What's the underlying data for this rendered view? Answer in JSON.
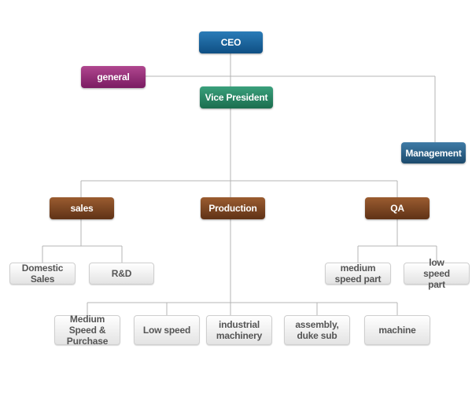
{
  "org_chart": {
    "ceo": "CEO",
    "general": "general",
    "vice_president": "Vice President",
    "management": "Management",
    "departments": {
      "sales": "sales",
      "production": "Production",
      "qa": "QA"
    },
    "sales_units": {
      "domestic_sales": "Domestic Sales",
      "rnd": "R&D"
    },
    "qa_units": {
      "medium_speed_part": "medium speed part",
      "low_speed_part": "low speed part"
    },
    "production_units": {
      "medium_speed_purchase": "Medium Speed & Purchase",
      "low_speed": "Low speed",
      "industrial_machinery": "industrial machinery",
      "assembly_duke_sub": "assembly, duke sub",
      "machine": "machine"
    }
  },
  "colors": {
    "ceo": "#1a5f96",
    "general": "#962f7b",
    "vice_president": "#26855f",
    "management": "#2d6287",
    "department": "#7d4522",
    "unit": "#f0f0f0",
    "connector": "#b4b4b4"
  }
}
